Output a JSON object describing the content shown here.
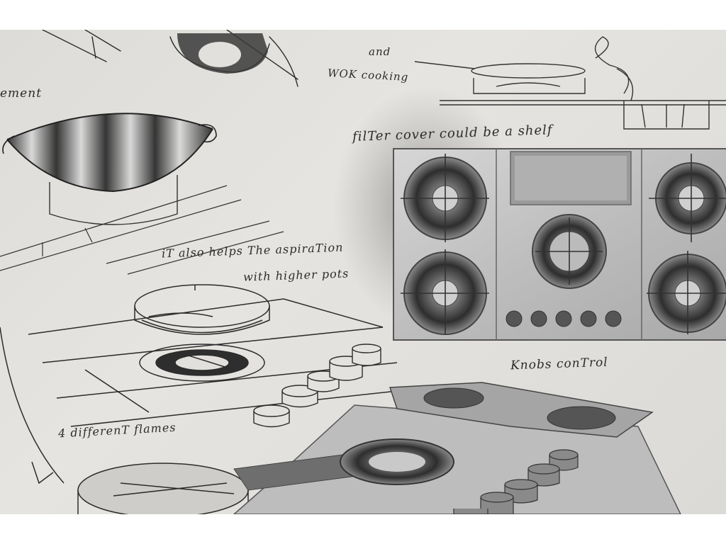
{
  "notes": {
    "frag_ement": "ement",
    "and": "and",
    "wok_cooking": "WOK cooking",
    "filter_cover": "filTer cover could be a shelf",
    "aspiration_1": "iT also helps The aspiraTion",
    "aspiration_2": "with higher pots",
    "knobs_control": "Knobs conTrol",
    "different_flames": "4 differenT flames"
  },
  "colors": {
    "paper": "#e2e0dc",
    "ink": "#2c2c2c",
    "steel": "#b9b9b9"
  }
}
